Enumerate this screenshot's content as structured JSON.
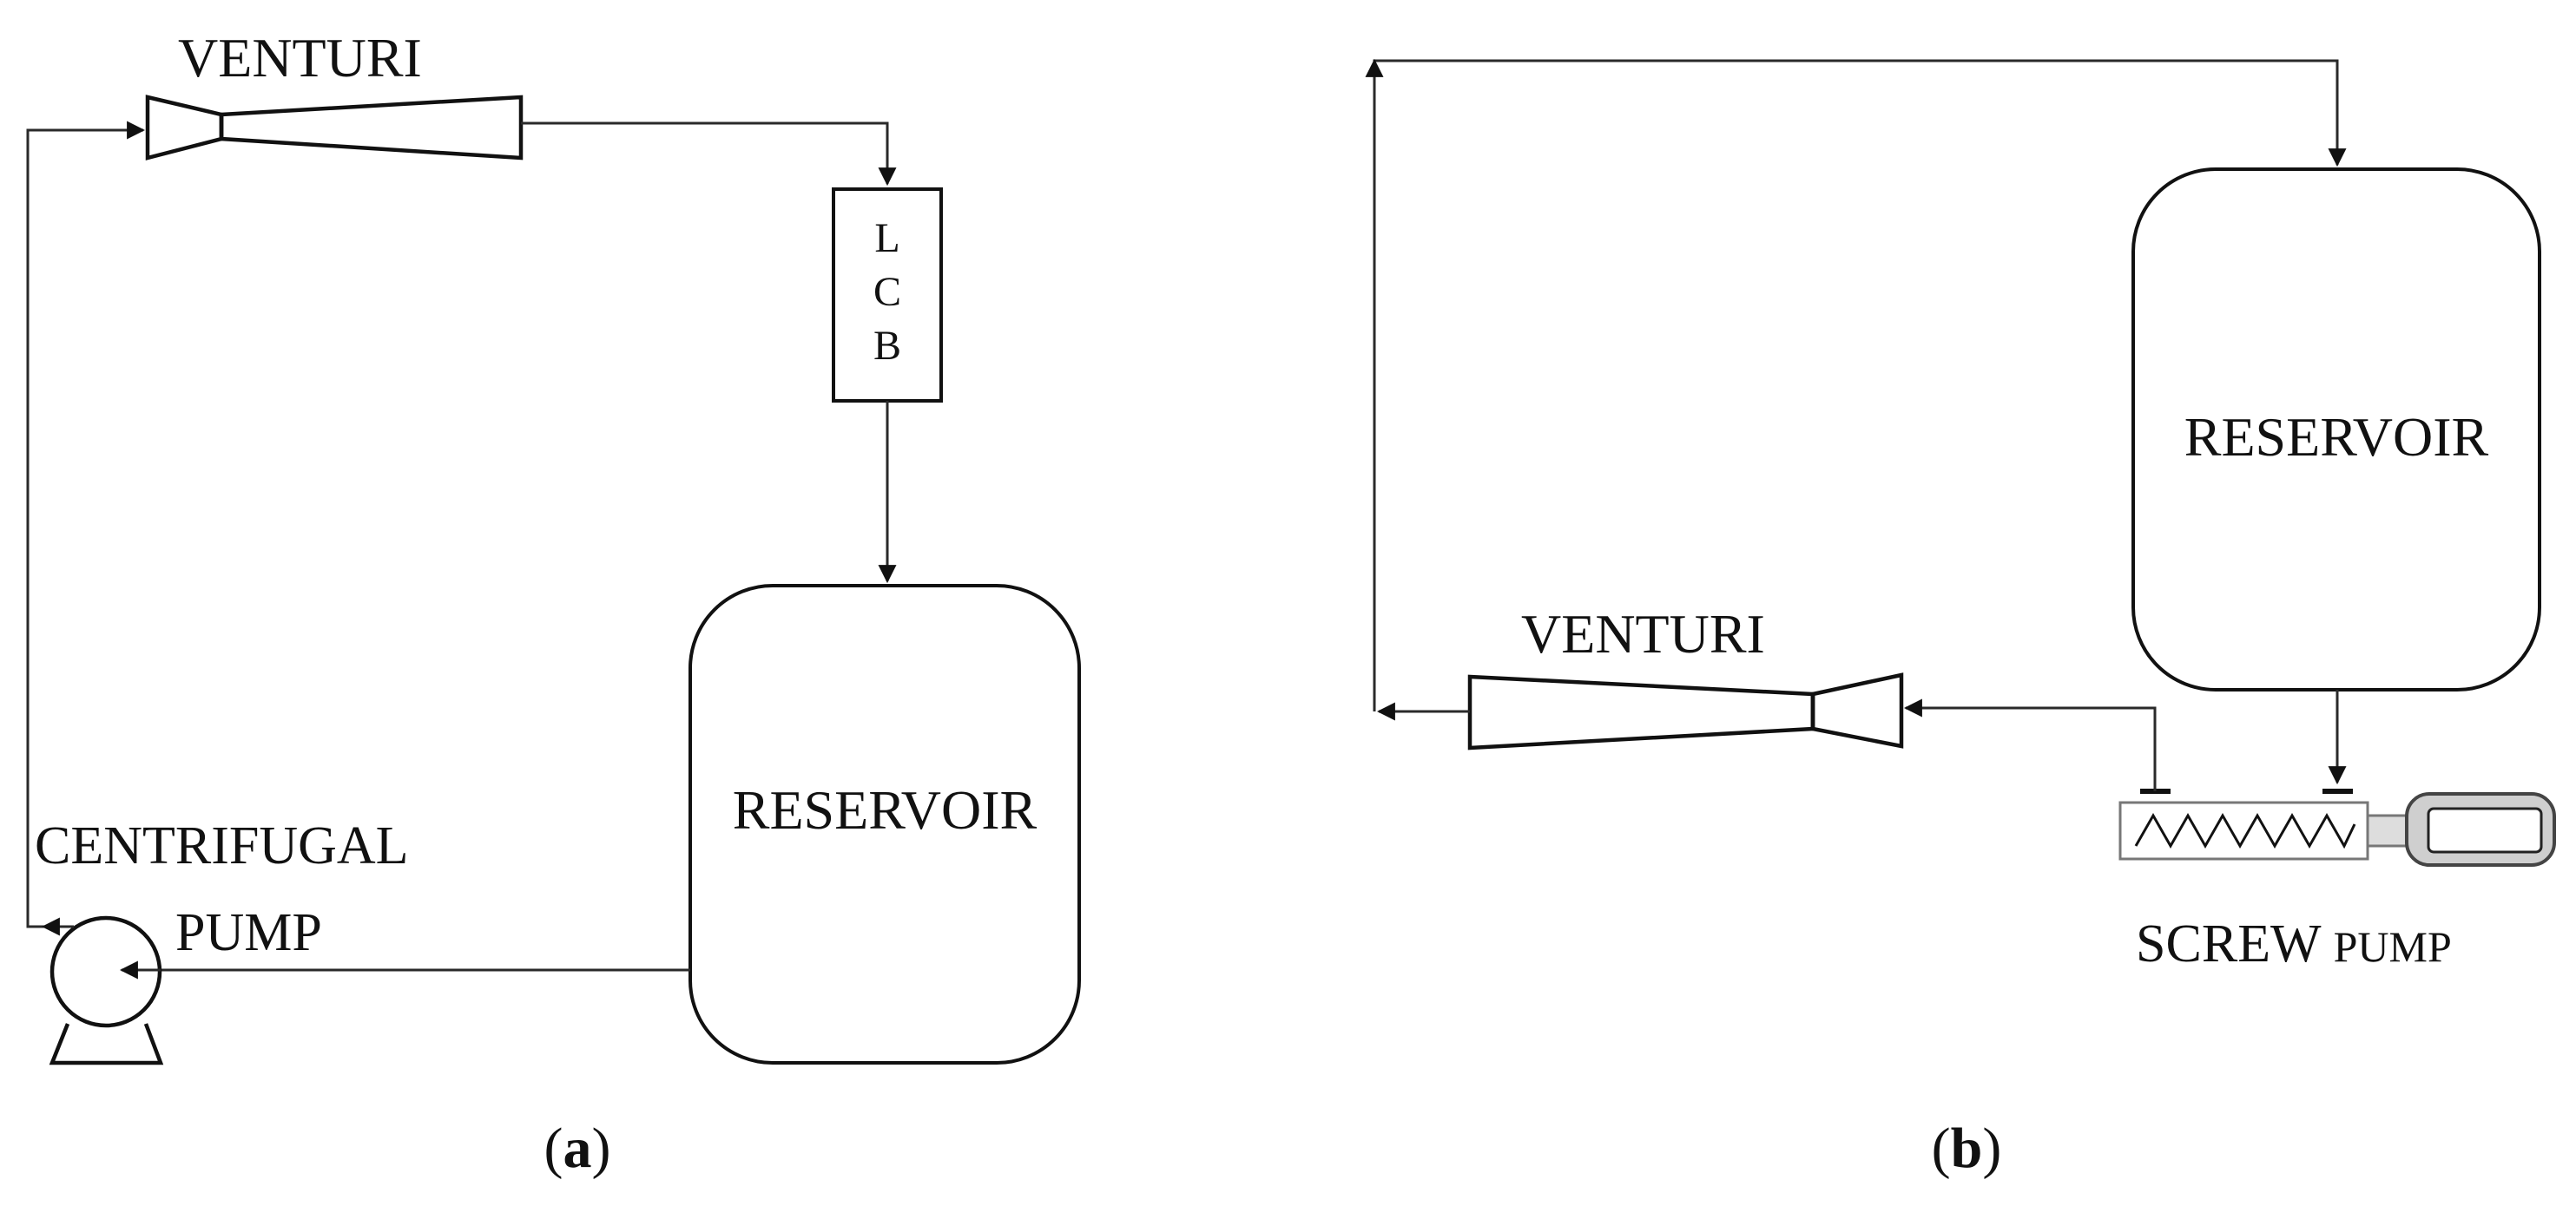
{
  "panel_a": {
    "venturi_label": "VENTURI",
    "lcb_letters": [
      "L",
      "C",
      "B"
    ],
    "reservoir_label": "RESERVOIR",
    "pump_label_line1": "CENTRIFUGAL",
    "pump_label_line2": "PUMP",
    "caption_open": "(",
    "caption_letter": "a",
    "caption_close": ")"
  },
  "panel_b": {
    "reservoir_label": "RESERVOIR",
    "venturi_label": "VENTURI",
    "pump_label_word1": "SCREW",
    "pump_label_word2": "PUMP",
    "caption_open": "(",
    "caption_letter": "b",
    "caption_close": ")"
  }
}
